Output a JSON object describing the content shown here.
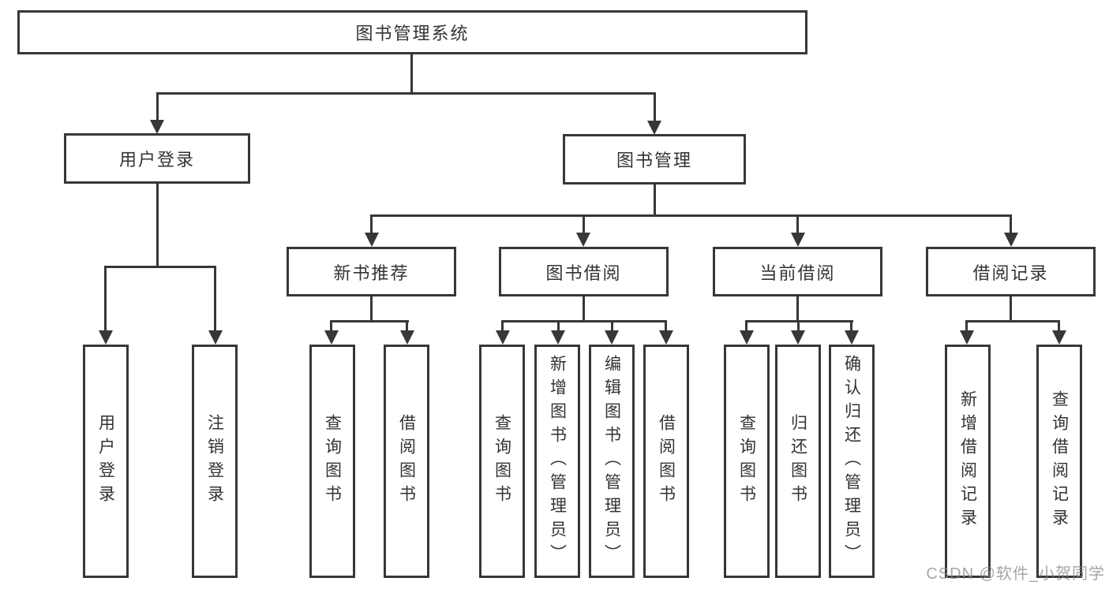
{
  "nodes": {
    "root": "图书管理系统",
    "user_login": "用户登录",
    "book_mgmt": "图书管理",
    "new_book_rec": "新书推荐",
    "book_borrow": "图书借阅",
    "current_borrow": "当前借阅",
    "borrow_record": "借阅记录",
    "leaf_user_login": "用户登录",
    "leaf_logout": "注销登录",
    "leaf_query_book_rec": "查询图书",
    "leaf_borrow_book_rec": "借阅图书",
    "leaf_query_book_borrow": "查询图书",
    "leaf_add_book": "新增图书（管理员）",
    "leaf_edit_book": "编辑图书（管理员）",
    "leaf_borrow_book_borrow": "借阅图书",
    "leaf_query_book_current": "查询图书",
    "leaf_return_book": "归还图书",
    "leaf_confirm_return": "确认归还（管理员）",
    "leaf_add_borrow_record": "新增借阅记录",
    "leaf_query_borrow_record": "查询借阅记录"
  },
  "watermark": "CSDN @软件_小贺同学",
  "colors": {
    "line": "#373737",
    "text": "#333333",
    "background": "#ffffff",
    "watermark": "#888888"
  }
}
